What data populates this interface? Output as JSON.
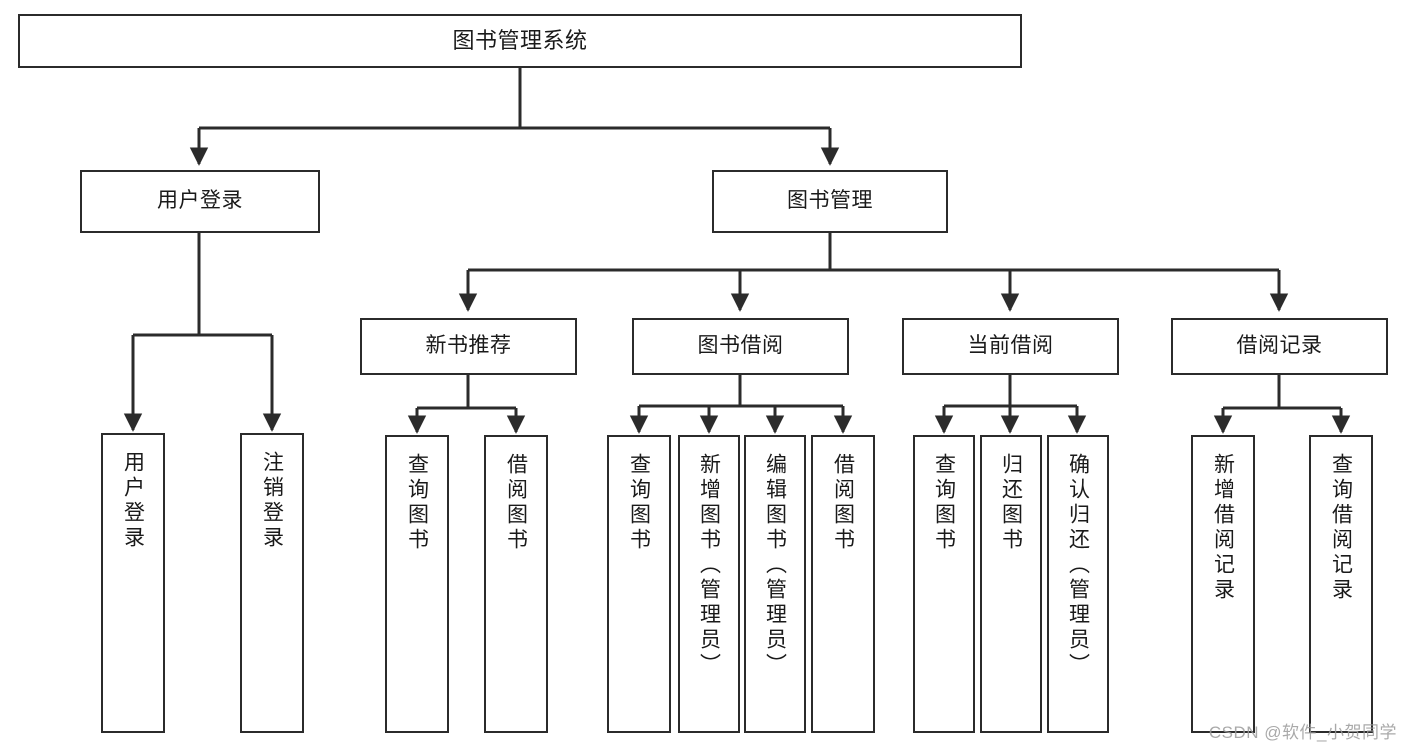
{
  "diagram": {
    "title": "图书管理系统",
    "type": "tree-hierarchy-chart",
    "root": {
      "id": "root",
      "label": "图书管理系统"
    },
    "level2": [
      {
        "id": "login",
        "label": "用户登录"
      },
      {
        "id": "bookmgmt",
        "label": "图书管理"
      }
    ],
    "level3": [
      {
        "id": "newbook",
        "label": "新书推荐"
      },
      {
        "id": "borrow",
        "label": "图书借阅"
      },
      {
        "id": "current",
        "label": "当前借阅"
      },
      {
        "id": "records",
        "label": "借阅记录"
      }
    ],
    "leaves": {
      "login": [
        {
          "id": "leaf-user-login",
          "label": "用户登录"
        },
        {
          "id": "leaf-logout",
          "label": "注销登录"
        }
      ],
      "newbook": [
        {
          "id": "leaf-query-book-1",
          "label": "查询图书"
        },
        {
          "id": "leaf-borrow-book-1",
          "label": "借阅图书"
        }
      ],
      "borrow": [
        {
          "id": "leaf-query-book-2",
          "label": "查询图书"
        },
        {
          "id": "leaf-add-book",
          "label": "新增图书（管理员）"
        },
        {
          "id": "leaf-edit-book",
          "label": "编辑图书（管理员）"
        },
        {
          "id": "leaf-borrow-book-2",
          "label": "借阅图书"
        }
      ],
      "current": [
        {
          "id": "leaf-query-book-3",
          "label": "查询图书"
        },
        {
          "id": "leaf-return-book",
          "label": "归还图书"
        },
        {
          "id": "leaf-confirm-return",
          "label": "确认归还（管理员）"
        }
      ],
      "records": [
        {
          "id": "leaf-add-record",
          "label": "新增借阅记录"
        },
        {
          "id": "leaf-query-record",
          "label": "查询借阅记录"
        }
      ]
    }
  },
  "watermark": {
    "text": "CSDN @软件_小贺同学"
  },
  "colors": {
    "border": "#2b2b2b",
    "fill": "#ffffff",
    "text": "#1a1a1a",
    "watermark": "#9b9b9b"
  }
}
